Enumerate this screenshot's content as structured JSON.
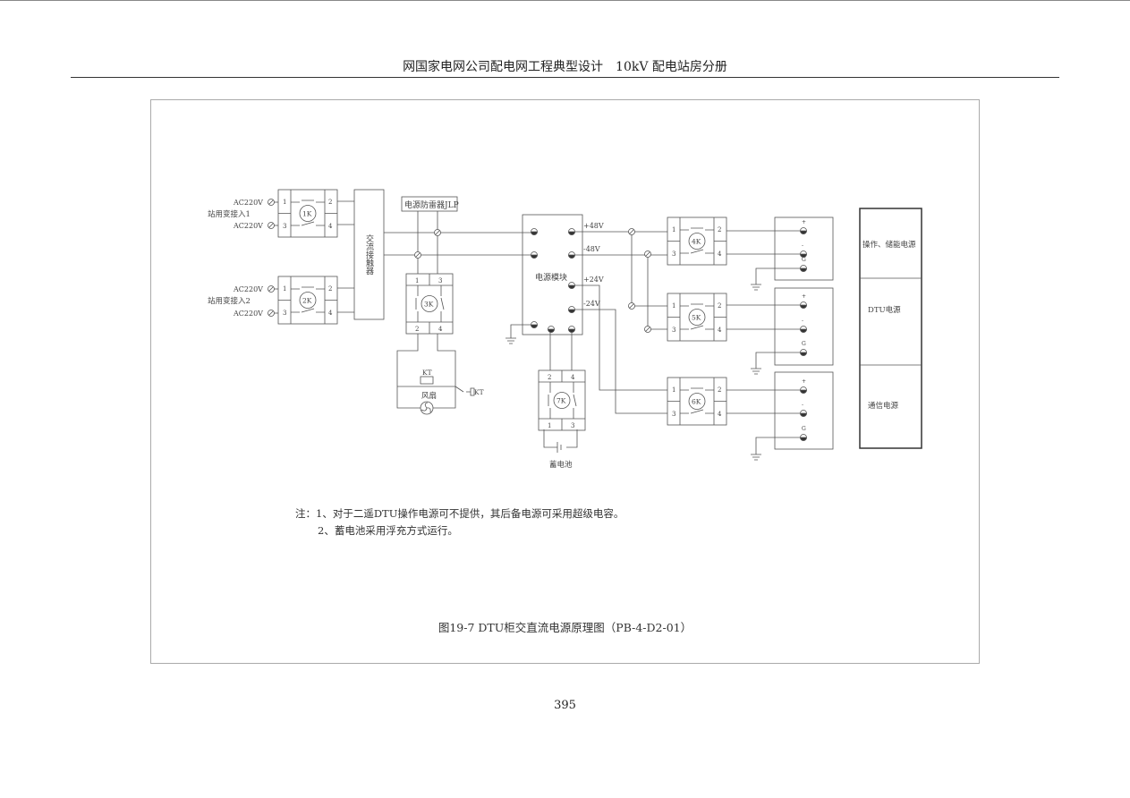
{
  "header": {
    "title": "网国家电网公司配电网工程典型设计　10kV 配电站房分册"
  },
  "diagram": {
    "ac_input": "AC220V",
    "input1": "站用变接入1",
    "input2": "站用变接入2",
    "contactor": "交流接触器",
    "surge_protector": "电源防雷器JLP",
    "power_module": "电源模块",
    "voltages": [
      "+48V",
      "-48V",
      "+24V",
      "-24V"
    ],
    "switches": [
      "1K",
      "2K",
      "3K",
      "4K",
      "5K",
      "6K",
      "7K"
    ],
    "terminals": [
      "1",
      "2",
      "3",
      "4"
    ],
    "fan": "风扇",
    "kt": "KT",
    "battery": "蓄电池",
    "load_signs": [
      "+",
      "-",
      "G"
    ],
    "loads": [
      "操作、储能电源",
      "DTU电源",
      "通信电源"
    ]
  },
  "notes": [
    "注：1、对于二遥DTU操作电源可不提供，其后备电源可采用超级电容。",
    "2、蓄电池采用浮充方式运行。"
  ],
  "caption": "图19-7 DTU柜交直流电源原理图（PB-4-D2-01）",
  "page_number": "395"
}
